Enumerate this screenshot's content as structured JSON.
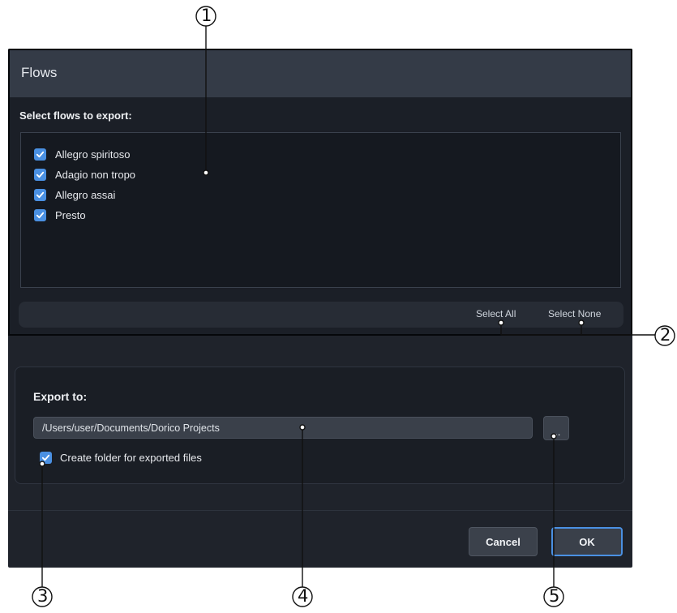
{
  "dialog": {
    "section_title": "Flows",
    "select_label": "Select flows to export:",
    "flows": [
      {
        "label": "Allegro spiritoso",
        "checked": true
      },
      {
        "label": "Adagio non tropo",
        "checked": true
      },
      {
        "label": "Allegro assai",
        "checked": true
      },
      {
        "label": "Presto",
        "checked": true
      }
    ],
    "select_all": "Select All",
    "select_none": "Select None",
    "export_label": "Export to:",
    "export_path": "/Users/user/Documents/Dorico Projects",
    "browse_label": "...",
    "create_folder_label": "Create folder for exported files",
    "create_folder_checked": true,
    "cancel_label": "Cancel",
    "ok_label": "OK"
  },
  "callouts": [
    "1",
    "2",
    "3",
    "4",
    "5"
  ],
  "colors": {
    "accent": "#4a90e2",
    "background": "#1f232b",
    "header": "#343b47"
  }
}
